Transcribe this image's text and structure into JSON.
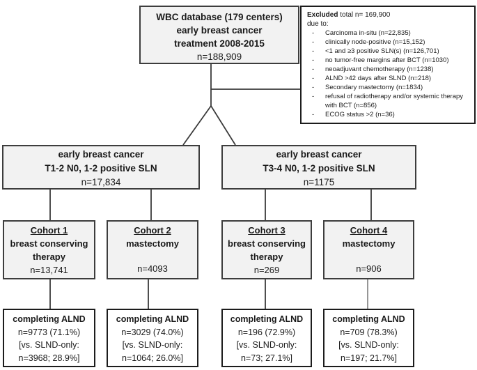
{
  "colors": {
    "box_fill": "#f2f2f2",
    "box_border": "#3d3d3d",
    "white_fill": "#ffffff",
    "line": "#3a3a3a"
  },
  "top_box": {
    "line1": "WBC database (179 centers)",
    "line2": "early breast cancer",
    "line3": "treatment 2008-2015",
    "n": "n=188,909"
  },
  "excluded_box": {
    "title_bold": "Excluded",
    "title_rest": " total n= 169,900",
    "subtitle": "due to:",
    "bullet": "-",
    "items": [
      "Carcinoma in-situ (n=22,835)",
      "clinically node-positive (n=15,152)",
      "<1 and ≥3 positive SLN(s) (n=126,701)",
      "no tumor-free margins after BCT (n=1030)",
      "neoadjuvant chemotherapy (n=1238)",
      "ALND >42 days after SLND (n=218)",
      "Secondary mastectomy (n=1834)",
      "refusal of radiotherapy and/or systemic therapy with BCT (n=856)",
      "ECOG status >2 (n=36)"
    ]
  },
  "branch_boxes": [
    {
      "line1": "early breast cancer",
      "line2": "T1-2 N0, 1-2 positive SLN",
      "n": "n=17,834"
    },
    {
      "line1": "early breast cancer",
      "line2": "T3-4 N0, 1-2 positive SLN",
      "n": "n=1175"
    }
  ],
  "cohort_boxes": [
    {
      "title": "Cohort 1",
      "subtitle": "breast conserving therapy",
      "n": "n=13,741"
    },
    {
      "title": "Cohort 2",
      "subtitle": "mastectomy",
      "n": "n=4093"
    },
    {
      "title": "Cohort 3",
      "subtitle": "breast conserving therapy",
      "n": "n=269"
    },
    {
      "title": "Cohort 4",
      "subtitle": "mastectomy",
      "n": "n=906"
    }
  ],
  "alnd_boxes": [
    {
      "title": "completing ALND",
      "line1": "n=9773 (71.1%)",
      "line2": "[vs. SLND-only:",
      "line3": "n=3968; 28.9%]"
    },
    {
      "title": "completing ALND",
      "line1": "n=3029 (74.0%)",
      "line2": "[vs. SLND-only:",
      "line3": "n=1064; 26.0%]"
    },
    {
      "title": "completing ALND",
      "line1": "n=196 (72.9%)",
      "line2": "[vs. SLND-only:",
      "line3": "n=73; 27.1%]"
    },
    {
      "title": "completing ALND",
      "line1": "n=709 (78.3%)",
      "line2": "[vs. SLND-only:",
      "line3": "n=197; 21.7%]"
    }
  ]
}
